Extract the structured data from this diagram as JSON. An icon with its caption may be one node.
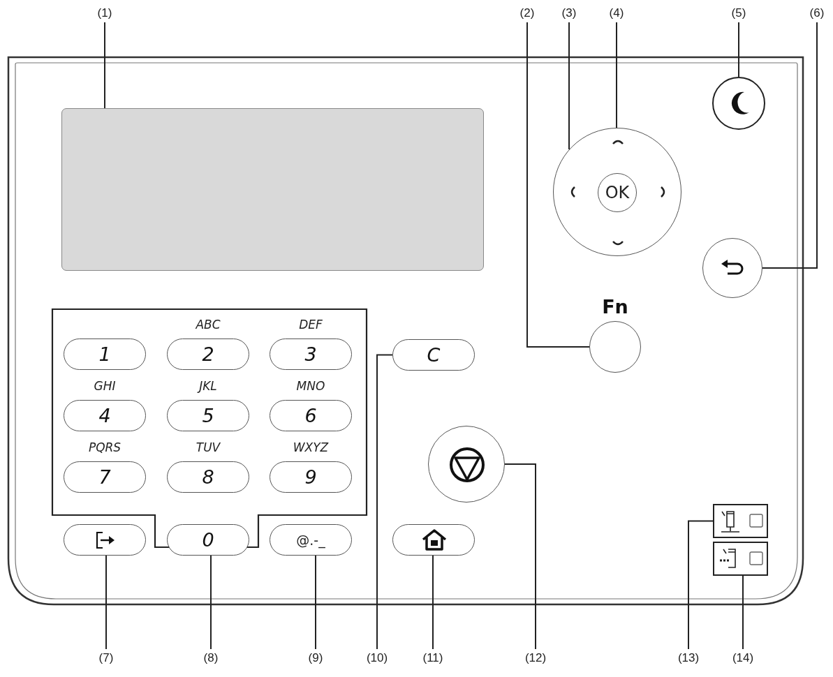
{
  "diagram": {
    "nodes": [
      {
        "text": [
          "(1)"
        ]
      },
      {
        "text": [
          "(2)"
        ]
      },
      {
        "text": [
          "(3)"
        ]
      },
      {
        "text": [
          "(4)"
        ]
      },
      {
        "text": [
          "(5)"
        ]
      },
      {
        "text": [
          "(6)"
        ]
      },
      {
        "text": [
          "(7)"
        ]
      },
      {
        "text": [
          "(8)"
        ]
      },
      {
        "text": [
          "(9)"
        ]
      },
      {
        "text": [
          "(10)"
        ]
      },
      {
        "text": [
          "(11)"
        ]
      },
      {
        "text": [
          "(12)"
        ]
      },
      {
        "text": [
          "(13)"
        ]
      },
      {
        "text": [
          "(14)"
        ]
      },
      {
        "text": [],
        "shape": "box"
      },
      {
        "text": [
          "Fn"
        ]
      },
      {
        "text": [],
        "shape": "circle"
      },
      {
        "text": [
          "OK"
        ],
        "in": 16
      },
      {
        "text": [],
        "shape": "circle"
      },
      {
        "text": [],
        "shape": "circle"
      },
      {
        "text": [],
        "shape": "box"
      },
      {
        "text": [
          "1"
        ],
        "in": 20
      },
      {
        "text": [
          "ABC",
          "2"
        ],
        "in": 20
      },
      {
        "text": [
          "DEF",
          "3"
        ],
        "in": 20
      },
      {
        "text": [
          "GHI",
          "4"
        ],
        "in": 20
      },
      {
        "text": [
          "JKL",
          "5"
        ],
        "in": 20
      },
      {
        "text": [
          "MNO",
          "6"
        ],
        "in": 20
      },
      {
        "text": [
          "PQRS",
          "7"
        ],
        "in": 20
      },
      {
        "text": [
          "TUV",
          "8"
        ],
        "in": 20
      },
      {
        "text": [
          "WXYZ",
          "9"
        ],
        "in": 20
      },
      {
        "text": [
          "0"
        ],
        "in": 20
      },
      {
        "text": [],
        "shape": "box"
      },
      {
        "text": [
          "@.-_"
        ]
      },
      {
        "text": [
          "C"
        ]
      },
      {
        "text": [],
        "shape": "box"
      },
      {
        "text": [],
        "shape": "circle"
      },
      {
        "text": [],
        "shape": "box"
      },
      {
        "text": [],
        "shape": "box"
      }
    ],
    "edges": [
      {
        "from": 0,
        "to": 14,
        "arrow": "none"
      },
      {
        "from": 1,
        "to": 15,
        "arrow": "none"
      },
      {
        "from": 2,
        "to": 16,
        "arrow": "none"
      },
      {
        "from": 3,
        "to": 17,
        "arrow": "none"
      },
      {
        "from": 4,
        "to": 18,
        "arrow": "none"
      },
      {
        "from": 5,
        "to": 19,
        "arrow": "none"
      },
      {
        "from": 6,
        "to": 31,
        "arrow": "none"
      },
      {
        "from": 7,
        "to": 20,
        "arrow": "none"
      },
      {
        "from": 8,
        "to": 32,
        "arrow": "none"
      },
      {
        "from": 9,
        "to": 33,
        "arrow": "none"
      },
      {
        "from": 10,
        "to": 34,
        "arrow": "none"
      },
      {
        "from": 11,
        "to": 35,
        "arrow": "none"
      },
      {
        "from": 12,
        "to": 36,
        "arrow": "none"
      },
      {
        "from": 13,
        "to": 37,
        "arrow": "none"
      }
    ]
  }
}
